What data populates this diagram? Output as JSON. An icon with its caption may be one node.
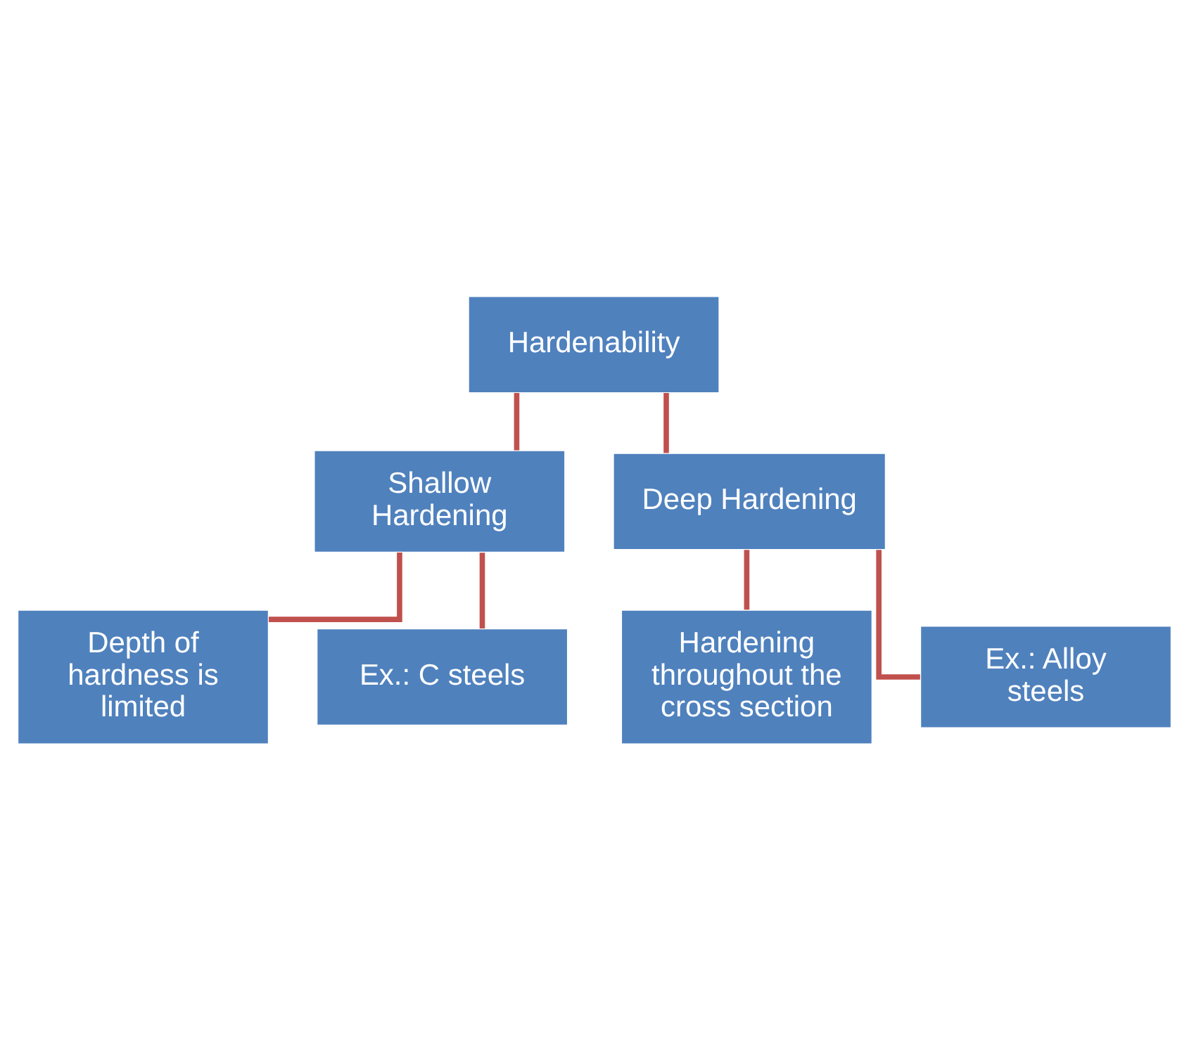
{
  "diagram": {
    "nodes": [
      {
        "text": [
          "Hardenability"
        ]
      },
      {
        "text": [
          "Shallow Hardening"
        ]
      },
      {
        "text": [
          "Deep Hardening"
        ]
      },
      {
        "text": [
          "Depth of hardness is limited"
        ]
      },
      {
        "text": [
          "Ex.: C steels"
        ]
      },
      {
        "text": [
          "Hardening throughout the cross section"
        ]
      },
      {
        "text": [
          "Ex.: Alloy steels"
        ]
      }
    ],
    "edges": [
      {
        "from": 0,
        "to": 1,
        "arrow": "none"
      },
      {
        "from": 0,
        "to": 2,
        "arrow": "none"
      },
      {
        "from": 1,
        "to": 3,
        "arrow": "none"
      },
      {
        "from": 1,
        "to": 4,
        "arrow": "none"
      },
      {
        "from": 2,
        "to": 5,
        "arrow": "none"
      },
      {
        "from": 2,
        "to": 6,
        "arrow": "none"
      }
    ]
  }
}
